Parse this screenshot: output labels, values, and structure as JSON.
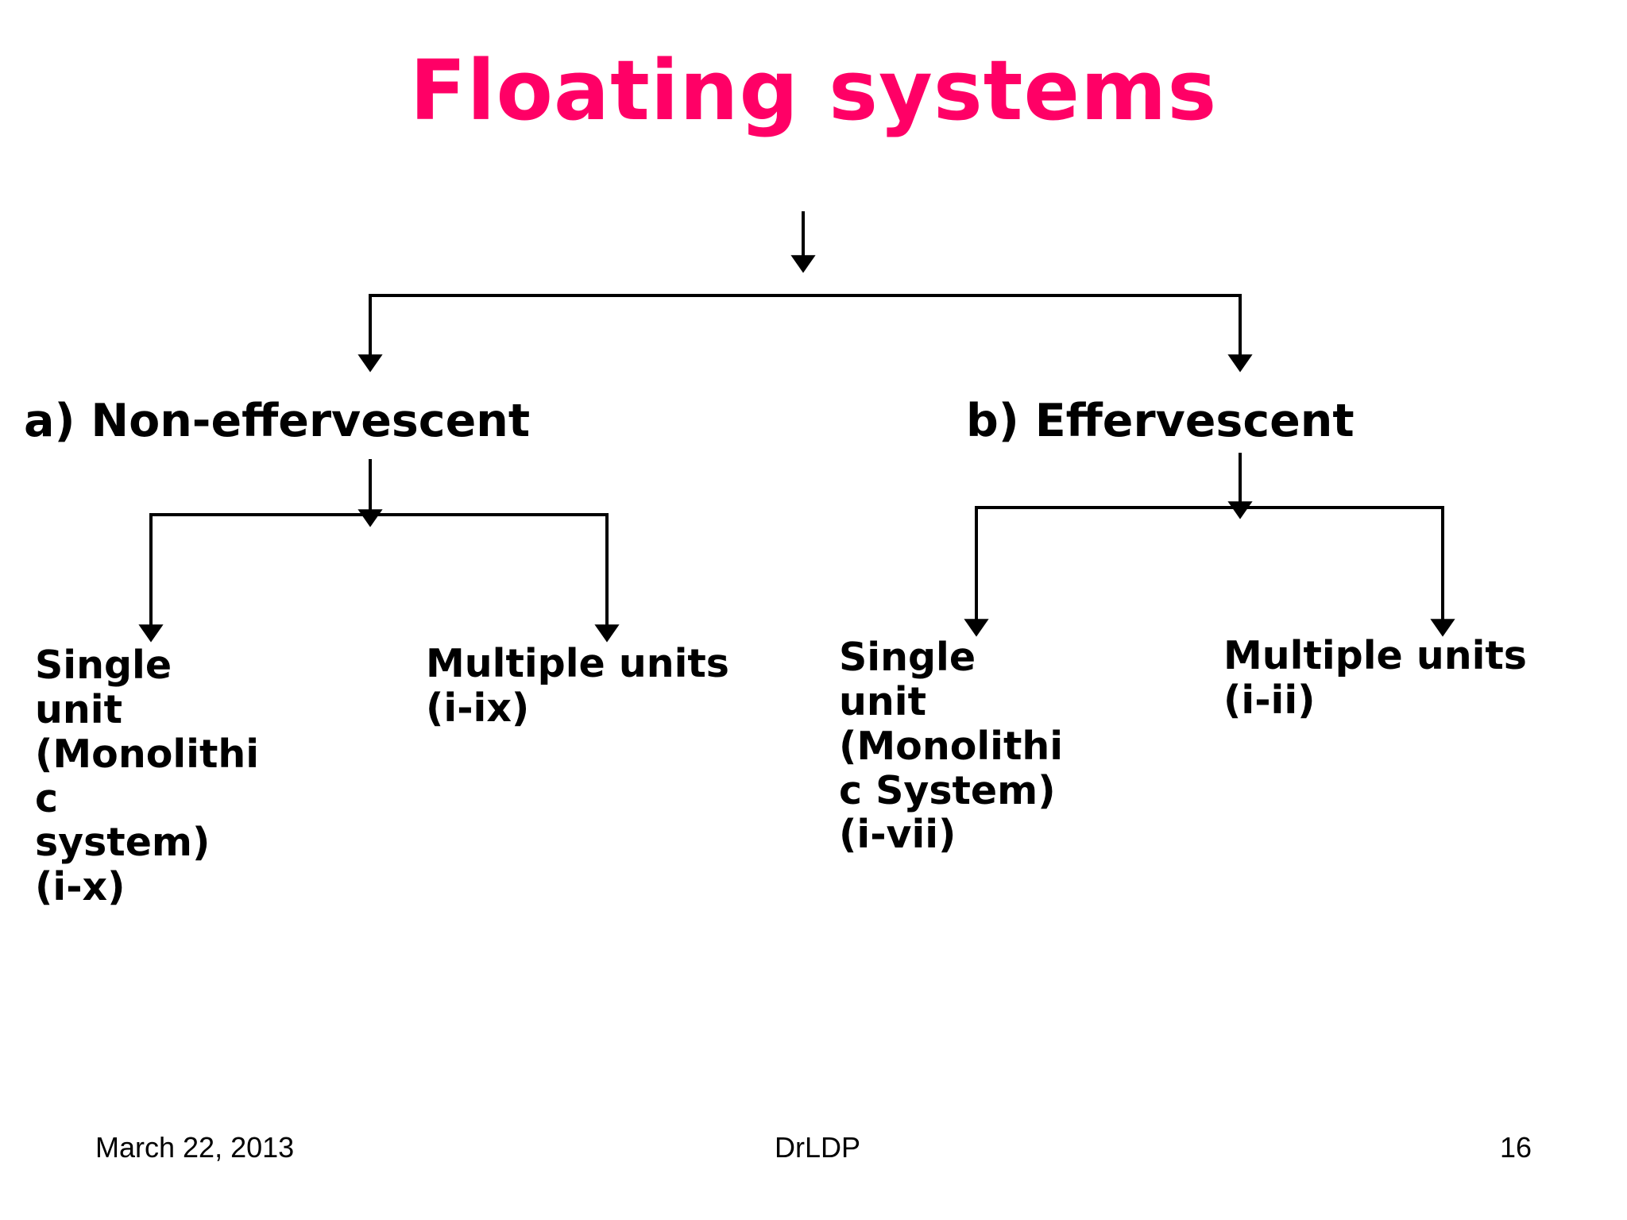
{
  "slide": {
    "title": "Floating systems",
    "title_color": "#FF0066",
    "background_color": "#FFFFFF",
    "text_color": "#000000"
  },
  "branches": [
    {
      "id": "a",
      "label": "a) Non-effervescent"
    },
    {
      "id": "b",
      "label": "b) Effervescent"
    }
  ],
  "leaves": {
    "a_single": {
      "lines": [
        "Single",
        "unit",
        "(Monolithi",
        "c",
        "system)",
        "(i-x)"
      ]
    },
    "a_multiple": {
      "lines": [
        "Multiple units",
        "(i-ix)"
      ]
    },
    "b_single": {
      "lines": [
        "Single",
        "unit",
        "(Monolithi",
        "c System)",
        "(i-vii)"
      ]
    },
    "b_multiple": {
      "lines": [
        "Multiple units",
        "(i-ii)"
      ]
    }
  },
  "footer": {
    "date": "March 22, 2013",
    "author": "DrLDP",
    "page_number": "16"
  }
}
